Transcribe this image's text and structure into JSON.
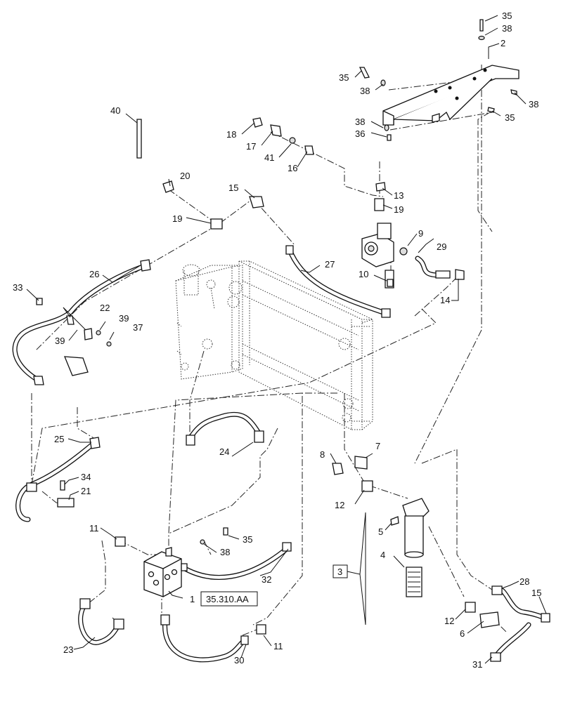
{
  "callouts": {
    "c1": "1",
    "c2": "2",
    "c3": "3",
    "c4": "4",
    "c5": "5",
    "c6": "6",
    "c7": "7",
    "c8": "8",
    "c9": "9",
    "c10": "10",
    "c11a": "11",
    "c11b": "11",
    "c12a": "12",
    "c12b": "12",
    "c13": "13",
    "c14": "14",
    "c15a": "15",
    "c15b": "15",
    "c16": "16",
    "c17": "17",
    "c18": "18",
    "c19a": "19",
    "c19b": "19",
    "c20": "20",
    "c21": "21",
    "c22": "22",
    "c23": "23",
    "c24": "24",
    "c25": "25",
    "c26": "26",
    "c27": "27",
    "c28": "28",
    "c29": "29",
    "c30": "30",
    "c31": "31",
    "c32": "32",
    "c33": "33",
    "c34": "34",
    "c35a": "35",
    "c35b": "35",
    "c35c": "35",
    "c35d": "35",
    "c36": "36",
    "c37": "37",
    "c38a": "38",
    "c38b": "38",
    "c38c": "38",
    "c38d": "38",
    "c38e": "38",
    "c39a": "39",
    "c39b": "39",
    "c40": "40",
    "c41": "41"
  },
  "reference": {
    "section_ref": "35.310.AA"
  }
}
